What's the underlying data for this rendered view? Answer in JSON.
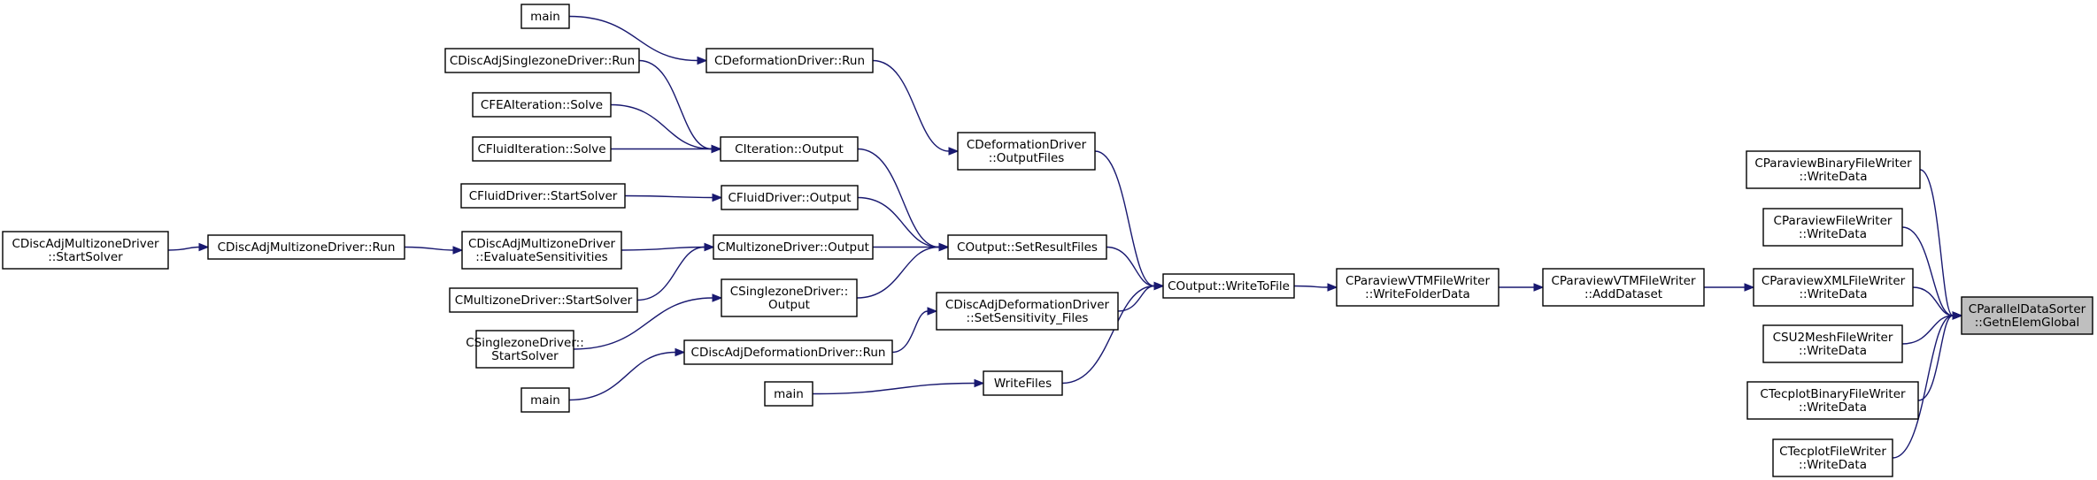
{
  "graph": {
    "nodes": [
      {
        "id": "main_a",
        "lines": [
          "main"
        ]
      },
      {
        "id": "deform_run",
        "lines": [
          "CDeformationDriver::Run"
        ]
      },
      {
        "id": "discadj_single_run",
        "lines": [
          "CDiscAdjSinglezoneDriver::Run"
        ]
      },
      {
        "id": "fea_solve",
        "lines": [
          "CFEAIteration::Solve"
        ]
      },
      {
        "id": "fluiditer_solve",
        "lines": [
          "CFluidIteration::Solve"
        ]
      },
      {
        "id": "iteration_output",
        "lines": [
          "CIteration::Output"
        ]
      },
      {
        "id": "deform_outputfiles",
        "lines": [
          "CDeformationDriver",
          "::OutputFiles"
        ]
      },
      {
        "id": "fluiddriver_start",
        "lines": [
          "CFluidDriver::StartSolver"
        ]
      },
      {
        "id": "fluiddriver_output",
        "lines": [
          "CFluidDriver::Output"
        ]
      },
      {
        "id": "discadj_multi_start",
        "lines": [
          "CDiscAdjMultizoneDriver",
          "::StartSolver"
        ]
      },
      {
        "id": "discadj_multi_run",
        "lines": [
          "CDiscAdjMultizoneDriver::Run"
        ]
      },
      {
        "id": "discadj_multi_eval",
        "lines": [
          "CDiscAdjMultizoneDriver",
          "::EvaluateSensitivities"
        ]
      },
      {
        "id": "multizone_output",
        "lines": [
          "CMultizoneDriver::Output"
        ]
      },
      {
        "id": "setresultfiles",
        "lines": [
          "COutput::SetResultFiles"
        ]
      },
      {
        "id": "multizone_start",
        "lines": [
          "CMultizoneDriver::StartSolver"
        ]
      },
      {
        "id": "singlezone_output",
        "lines": [
          "CSinglezoneDriver::",
          "Output"
        ]
      },
      {
        "id": "discadj_deform_setsens",
        "lines": [
          "CDiscAdjDeformationDriver",
          "::SetSensitivity_Files"
        ]
      },
      {
        "id": "writetofile",
        "lines": [
          "COutput::WriteToFile"
        ]
      },
      {
        "id": "vtm_writefolder",
        "lines": [
          "CParaviewVTMFileWriter",
          "::WriteFolderData"
        ]
      },
      {
        "id": "vtm_adddataset",
        "lines": [
          "CParaviewVTMFileWriter",
          "::AddDataset"
        ]
      },
      {
        "id": "singlezone_start",
        "lines": [
          "CSinglezoneDriver::",
          "StartSolver"
        ]
      },
      {
        "id": "discadj_deform_run",
        "lines": [
          "CDiscAdjDeformationDriver::Run"
        ]
      },
      {
        "id": "main_b",
        "lines": [
          "main"
        ]
      },
      {
        "id": "main_c",
        "lines": [
          "main"
        ]
      },
      {
        "id": "writefiles",
        "lines": [
          "WriteFiles"
        ]
      },
      {
        "id": "pv_binary",
        "lines": [
          "CParaviewBinaryFileWriter",
          "::WriteData"
        ]
      },
      {
        "id": "pv_file",
        "lines": [
          "CParaviewFileWriter",
          "::WriteData"
        ]
      },
      {
        "id": "pv_xml",
        "lines": [
          "CParaviewXMLFileWriter",
          "::WriteData"
        ]
      },
      {
        "id": "su2mesh",
        "lines": [
          "CSU2MeshFileWriter",
          "::WriteData"
        ]
      },
      {
        "id": "tecplot_binary",
        "lines": [
          "CTecplotBinaryFileWriter",
          "::WriteData"
        ]
      },
      {
        "id": "tecplot_file",
        "lines": [
          "CTecplotFileWriter",
          "::WriteData"
        ]
      },
      {
        "id": "target",
        "lines": [
          "CParallelDataSorter",
          "::GetnElemGlobal"
        ],
        "highlight": true
      }
    ],
    "edges": [
      {
        "from": "main_a",
        "to": "deform_run"
      },
      {
        "from": "deform_run",
        "to": "deform_outputfiles"
      },
      {
        "from": "deform_outputfiles",
        "to": "writetofile"
      },
      {
        "from": "discadj_single_run",
        "to": "iteration_output"
      },
      {
        "from": "fea_solve",
        "to": "iteration_output"
      },
      {
        "from": "fluiditer_solve",
        "to": "iteration_output"
      },
      {
        "from": "iteration_output",
        "to": "setresultfiles"
      },
      {
        "from": "fluiddriver_start",
        "to": "fluiddriver_output"
      },
      {
        "from": "fluiddriver_output",
        "to": "setresultfiles"
      },
      {
        "from": "discadj_multi_start",
        "to": "discadj_multi_run"
      },
      {
        "from": "discadj_multi_run",
        "to": "discadj_multi_eval"
      },
      {
        "from": "discadj_multi_eval",
        "to": "multizone_output"
      },
      {
        "from": "multizone_start",
        "to": "multizone_output"
      },
      {
        "from": "multizone_output",
        "to": "setresultfiles"
      },
      {
        "from": "singlezone_output",
        "to": "setresultfiles"
      },
      {
        "from": "singlezone_start",
        "to": "singlezone_output"
      },
      {
        "from": "setresultfiles",
        "to": "writetofile"
      },
      {
        "from": "main_b",
        "to": "discadj_deform_run"
      },
      {
        "from": "discadj_deform_run",
        "to": "discadj_deform_setsens"
      },
      {
        "from": "discadj_deform_setsens",
        "to": "writetofile"
      },
      {
        "from": "main_c",
        "to": "writefiles"
      },
      {
        "from": "writefiles",
        "to": "writetofile"
      },
      {
        "from": "writetofile",
        "to": "vtm_writefolder"
      },
      {
        "from": "vtm_writefolder",
        "to": "vtm_adddataset"
      },
      {
        "from": "vtm_adddataset",
        "to": "pv_xml"
      },
      {
        "from": "pv_binary",
        "to": "target"
      },
      {
        "from": "pv_file",
        "to": "target"
      },
      {
        "from": "pv_xml",
        "to": "target"
      },
      {
        "from": "su2mesh",
        "to": "target"
      },
      {
        "from": "tecplot_binary",
        "to": "target"
      },
      {
        "from": "tecplot_file",
        "to": "target"
      }
    ]
  },
  "colors": {
    "edge": "#191970",
    "node_border": "#000000",
    "node_fill": "#ffffff",
    "highlight_fill": "#bfbfbf"
  }
}
